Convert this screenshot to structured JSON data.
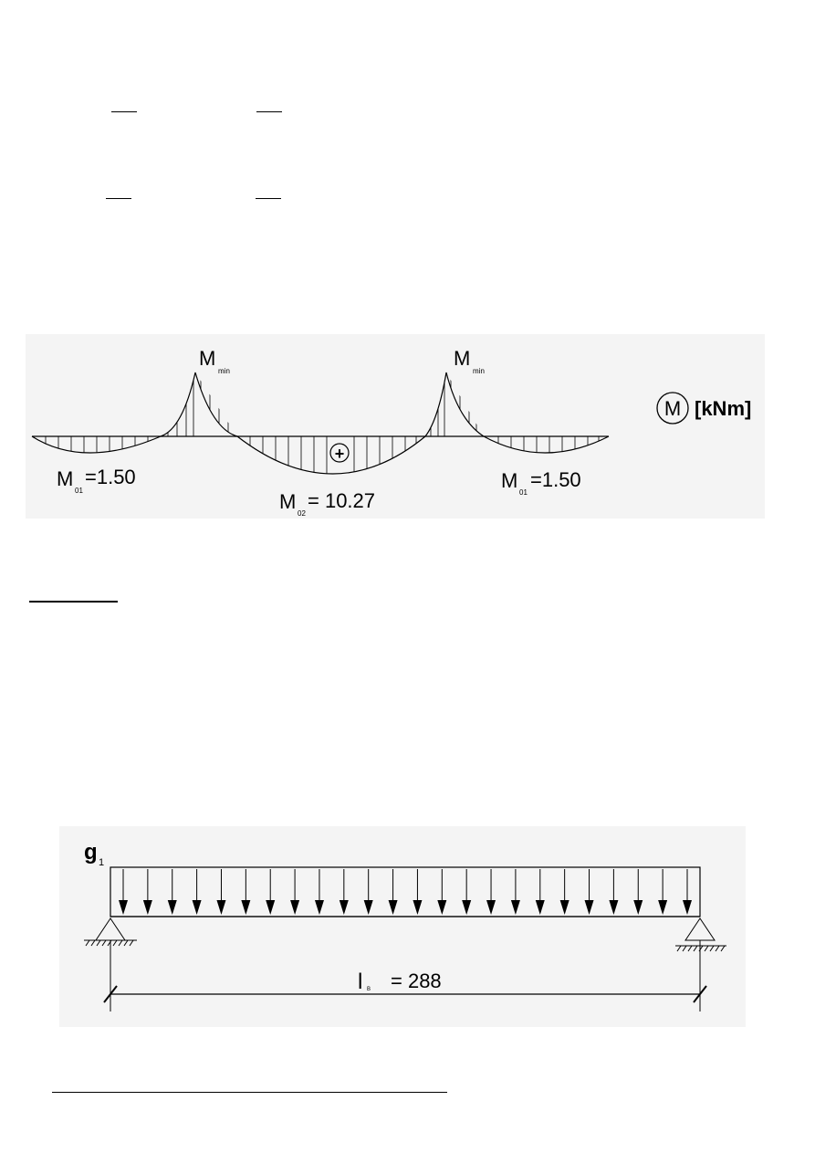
{
  "moment_diagram": {
    "label_mmin_left": "M",
    "label_mmin_left_sub": "min",
    "label_mmin_right": "M",
    "label_mmin_right_sub": "min",
    "m01_left_main": "M",
    "m01_left_sub": "01",
    "m01_left_value": "=1.50",
    "m02_main": "M",
    "m02_sub": "02",
    "m02_value": "= 10.27",
    "m01_right_main": "M",
    "m01_right_sub": "01",
    "m01_right_value": "=1.50",
    "plus_sign": "+",
    "legend_symbol": "M",
    "legend_unit": "[kNm]"
  },
  "beam_diagram": {
    "load_label": "g",
    "load_label_sub": "1",
    "span_label": "l",
    "span_label_sub": "B",
    "span_value": "= 288"
  }
}
